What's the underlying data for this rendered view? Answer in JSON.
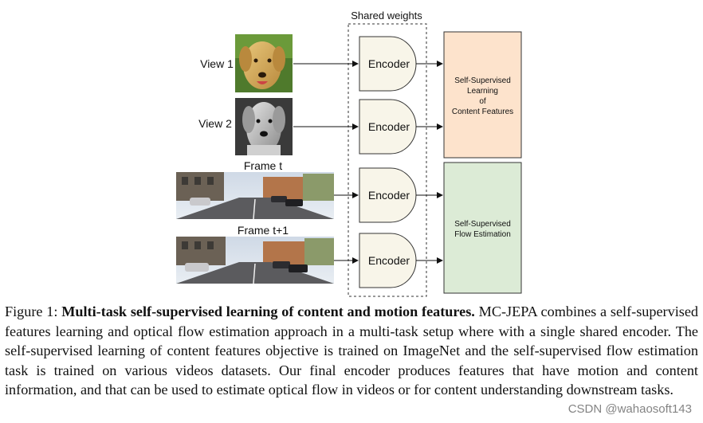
{
  "figure": {
    "shared_weights_label": "Shared weights",
    "inputs": [
      {
        "label": "View 1",
        "image": "dog-photo-color"
      },
      {
        "label": "View 2",
        "image": "dog-photo-grayscale"
      },
      {
        "label": "Frame t",
        "image": "street-scene-frame"
      },
      {
        "label": "Frame t+1",
        "image": "street-scene-next-frame"
      }
    ],
    "encoders": [
      "Encoder",
      "Encoder",
      "Encoder",
      "Encoder"
    ],
    "outputs": [
      {
        "lines": [
          "Self-Supervised",
          "Learning",
          "of",
          "Content Features"
        ],
        "color": "#fde3cc"
      },
      {
        "lines": [
          "Self-Supervised",
          "Flow Estimation"
        ],
        "color": "#dcebd6"
      }
    ],
    "encoder_color": "#f8f5e9"
  },
  "caption": {
    "prefix": "Figure 1: ",
    "bold": "Multi-task self-supervised learning of content and motion features.",
    "body": " MC-JEPA combines a self-supervised features learning and optical flow estimation approach in a multi-task setup where with a single shared encoder.  The self-supervised learning of content features objective is trained on ImageNet and the self-supervised flow estimation task is trained on various videos datasets. Our final encoder produces features that have motion and content information, and that can be used to estimate optical flow in videos or for content understanding downstream tasks."
  },
  "watermark": "CSDN @wahaosoft143"
}
